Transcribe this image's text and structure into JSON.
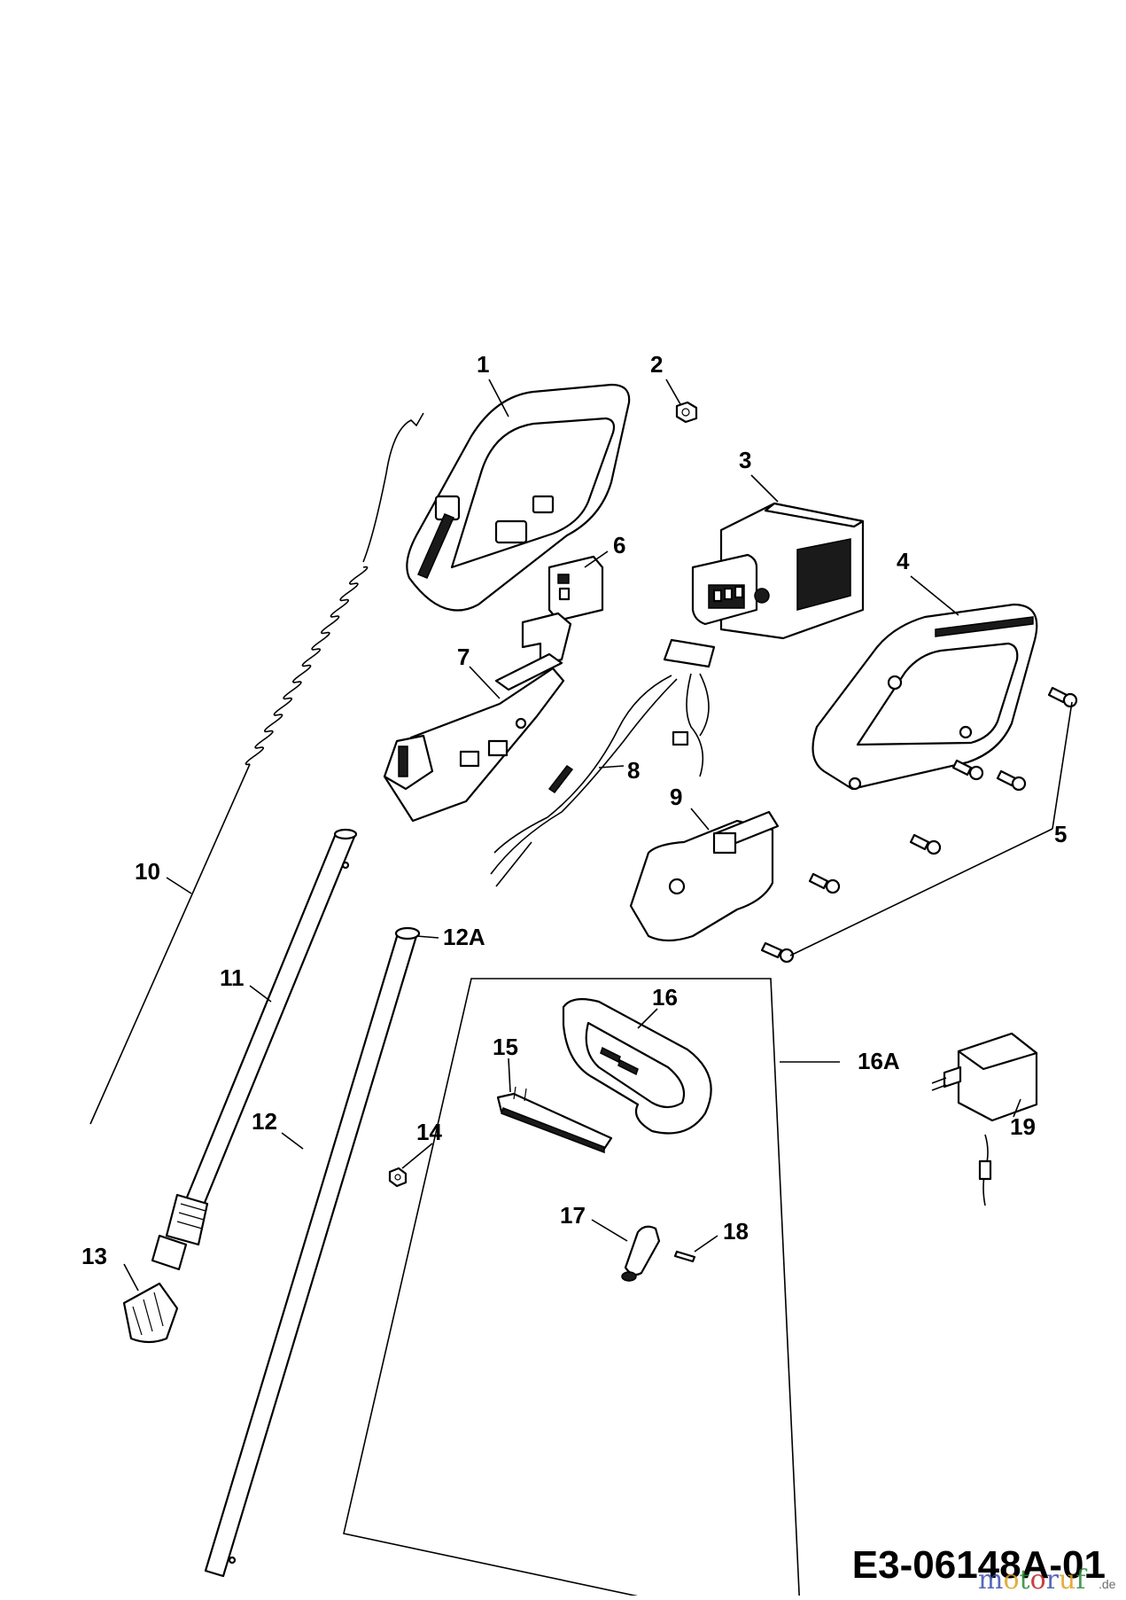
{
  "diagram": {
    "reference_code": "E3-06148A-01",
    "watermark": {
      "brand": "motoruf",
      "suffix": ".de",
      "colors": [
        "#3b4fb0",
        "#e0a020",
        "#2a8a3a",
        "#c02020"
      ]
    },
    "callouts": {
      "p1": "1",
      "p2": "2",
      "p3": "3",
      "p4": "4",
      "p5": "5",
      "p6": "6",
      "p7": "7",
      "p8": "8",
      "p9": "9",
      "p10": "10",
      "p11": "11",
      "p12": "12",
      "p12a": "12A",
      "p13": "13",
      "p14": "14",
      "p15": "15",
      "p16": "16",
      "p16a": "16A",
      "p17": "17",
      "p18": "18",
      "p19": "19"
    }
  }
}
